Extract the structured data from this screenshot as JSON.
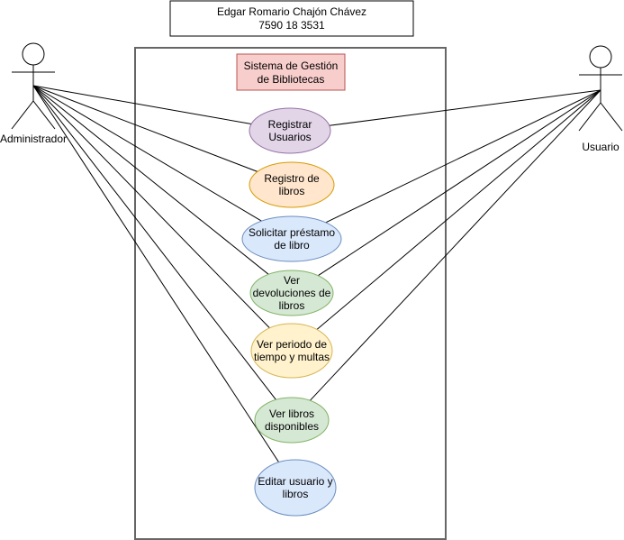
{
  "header": {
    "author_name": "Edgar Romario Chajón Chávez",
    "author_id": "7590 18 3531"
  },
  "system": {
    "title_line1": "Sistema de Gestión",
    "title_line2": "de Bibliotecas",
    "title_fill": "#f8cecc",
    "title_stroke": "#b85450"
  },
  "actors": {
    "admin": {
      "label": "Administrador"
    },
    "user": {
      "label": "Usuario"
    }
  },
  "use_cases": [
    {
      "id": "uc-registrar-usuarios",
      "lines": [
        "Registrar",
        "Usuarios"
      ],
      "fill": "#e1d5e7",
      "stroke": "#9673a6",
      "actors": [
        "admin",
        "user"
      ]
    },
    {
      "id": "uc-registro-libros",
      "lines": [
        "Registro de",
        "libros"
      ],
      "fill": "#ffe6cc",
      "stroke": "#d79b00",
      "actors": [
        "admin"
      ]
    },
    {
      "id": "uc-solicitar-prestamo",
      "lines": [
        "Solicitar préstamo",
        "de libro"
      ],
      "fill": "#dae8fc",
      "stroke": "#6c8ebf",
      "actors": [
        "admin",
        "user"
      ]
    },
    {
      "id": "uc-ver-devoluciones",
      "lines": [
        "Ver",
        "devoluciones de",
        "libros"
      ],
      "fill": "#d5e8d4",
      "stroke": "#82b366",
      "actors": [
        "admin",
        "user"
      ]
    },
    {
      "id": "uc-ver-periodo-multas",
      "lines": [
        "Ver periodo de",
        "tiempo y multas"
      ],
      "fill": "#fff2cc",
      "stroke": "#d6b656",
      "actors": [
        "admin",
        "user"
      ]
    },
    {
      "id": "uc-ver-libros-disponibles",
      "lines": [
        "Ver libros",
        "disponibles"
      ],
      "fill": "#d5e8d4",
      "stroke": "#82b366",
      "actors": [
        "admin",
        "user"
      ]
    },
    {
      "id": "uc-editar-usuario-libros",
      "lines": [
        "Editar usuario y",
        "libros"
      ],
      "fill": "#dae8fc",
      "stroke": "#6c8ebf",
      "actors": [
        "admin"
      ]
    }
  ]
}
